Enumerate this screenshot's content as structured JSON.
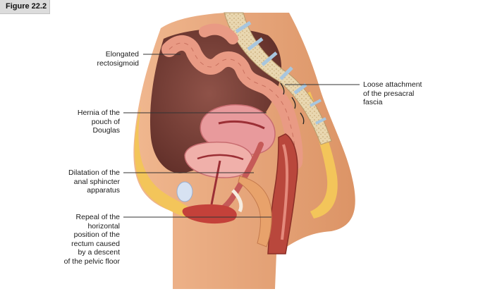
{
  "figure_label": "Figure 22.2",
  "labels": {
    "rectosigmoid": [
      "Elongated",
      "rectosigmoid"
    ],
    "presacral": [
      "Loose attachment",
      "of the presacral",
      "fascia"
    ],
    "hernia": [
      "Hernia of the",
      "pouch of",
      "Douglas"
    ],
    "sphincter": [
      "Dilatation of the",
      "anal sphincter",
      "apparatus"
    ],
    "repeal": [
      "Repeal of the",
      "horizontal",
      "position of the",
      "rectum caused",
      "by a descent",
      "of the pelvic floor"
    ]
  },
  "colors": {
    "skin": "#e8a77d",
    "cavity": "#7a4038",
    "bowel": "#e99a84",
    "bone": "#e9d7b0",
    "disc": "#a8c6de",
    "fat": "#f3c55a",
    "uterus": "#e89a9c",
    "rectum_wall": "#b9473c"
  }
}
